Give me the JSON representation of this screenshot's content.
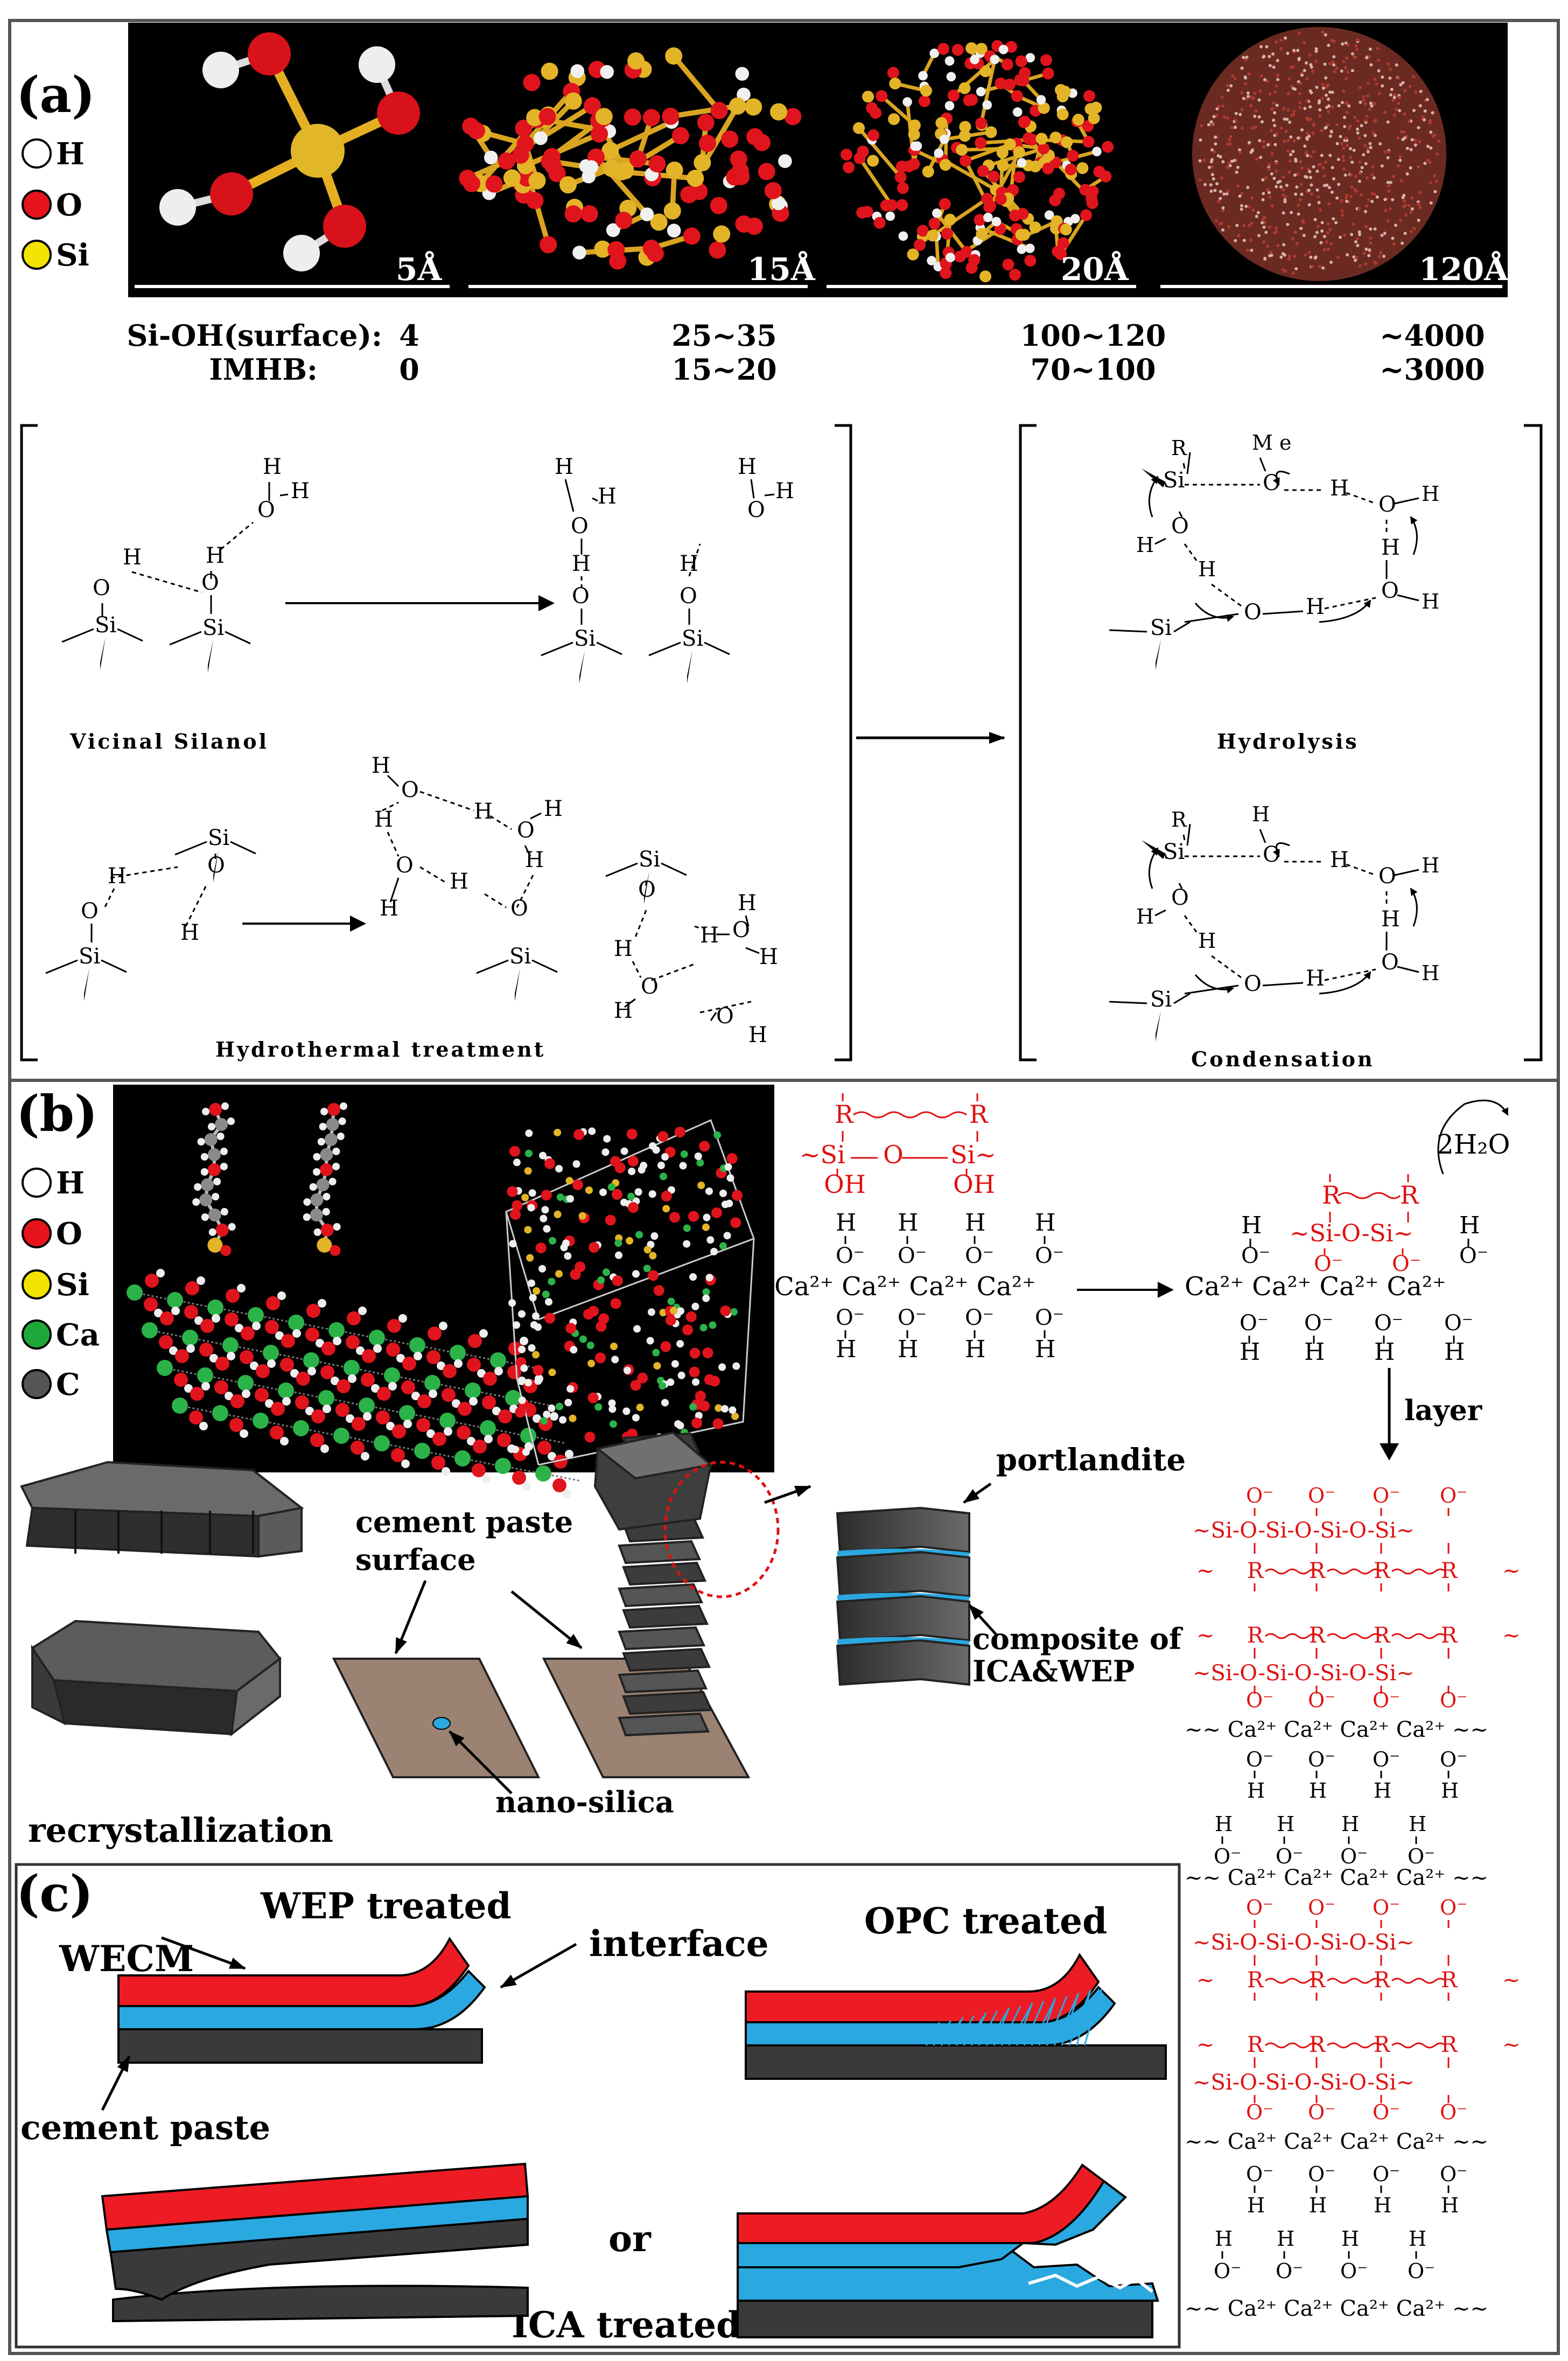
{
  "panel_a": {
    "label": "(a)",
    "legend": [
      {
        "symbol": "H",
        "color": "#ffffff"
      },
      {
        "symbol": "O",
        "color": "#e8141b"
      },
      {
        "symbol": "Si",
        "color": "#f2e400"
      }
    ],
    "scales": [
      "5Å",
      "15Å",
      "20Å",
      "120Å"
    ],
    "row1_label": "Si-OH(surface):",
    "row1_values": [
      "4",
      "25~35",
      "100~120",
      "~4000"
    ],
    "row2_label": "IMHB:",
    "row2_values": [
      "0",
      "15~20",
      "70~100",
      "~3000"
    ],
    "caption_vicinal": "Vicinal Silanol",
    "caption_hydrothermal": "Hydrothermal treatment",
    "caption_hydrolysis": "Hydrolysis",
    "caption_condensation": "Condensation"
  },
  "panel_b": {
    "label": "(b)",
    "legend": [
      {
        "symbol": "H",
        "color": "#ffffff"
      },
      {
        "symbol": "O",
        "color": "#e8141b"
      },
      {
        "symbol": "Si",
        "color": "#f2e400"
      },
      {
        "symbol": "Ca",
        "color": "#1fa83a"
      },
      {
        "symbol": "C",
        "color": "#555555"
      }
    ],
    "water_label": "2H₂O",
    "layer_label": "layer",
    "portlandite": "portlandite",
    "cement_surface_1": "cement paste",
    "cement_surface_2": "surface",
    "nano_silica": "nano-silica",
    "composite_1": "composite of",
    "composite_2": "ICA&WEP",
    "recrystallization": "recrystallization",
    "ca_row": "Ca²⁺ Ca²⁺ Ca²⁺ Ca²⁺"
  },
  "panel_c": {
    "label": "(c)",
    "wep_treated": "WEP treated",
    "opc_treated": "OPC treated",
    "wecm": "WECM",
    "interface": "interface",
    "cement_paste": "cement paste",
    "or": "or",
    "ica_treated": "ICA treated"
  }
}
